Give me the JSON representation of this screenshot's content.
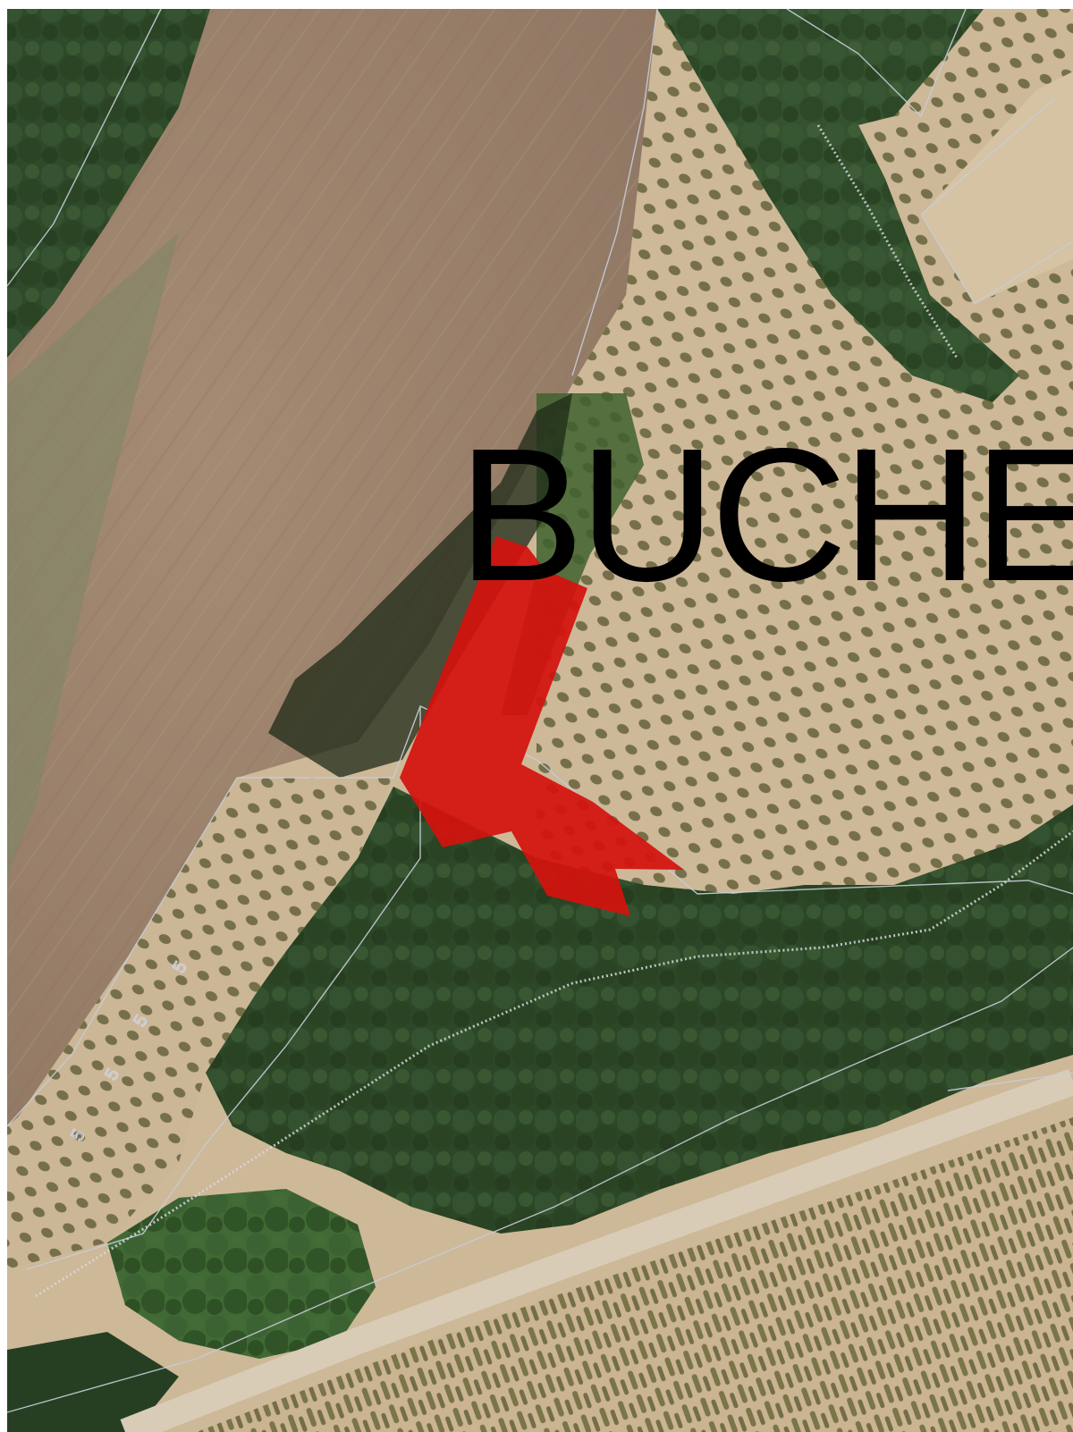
{
  "map": {
    "type": "aerial-orthophoto-with-cadastral-overlay",
    "place_label": "BUCHE",
    "parcel_numbers": [
      "5",
      "5",
      "5",
      "5"
    ],
    "colors": {
      "highlight_parcel": "#d4120e",
      "label_text": "#000000",
      "cadastral_lines": "#c8ccd8",
      "field_bare_soil": "#a2876e",
      "forest": "#2f4c2c",
      "olive_grove_ground": "#cdb898",
      "tree_rows": "#5e6138"
    },
    "features": [
      {
        "name": "highlighted-parcel",
        "kind": "polygon",
        "color": "highlight_parcel"
      },
      {
        "name": "ploughed-field",
        "kind": "land-cover"
      },
      {
        "name": "olive-grove",
        "kind": "land-cover"
      },
      {
        "name": "woodland",
        "kind": "land-cover"
      },
      {
        "name": "orchard-rows",
        "kind": "land-cover"
      },
      {
        "name": "dirt-road",
        "kind": "road"
      }
    ]
  }
}
